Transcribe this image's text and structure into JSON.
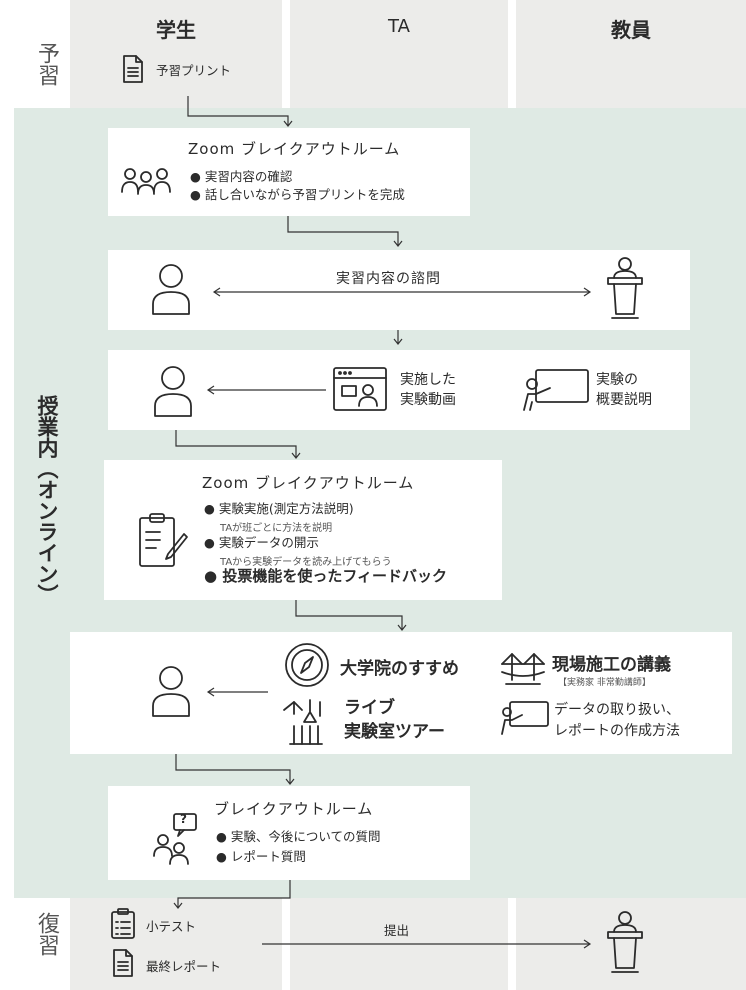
{
  "headers": {
    "student": "学生",
    "ta": "TA",
    "teacher": "教員"
  },
  "phases": {
    "prep": "予習",
    "in_class": "授業内（オンライン）",
    "review": "復習"
  },
  "prep": {
    "print": "予習プリント"
  },
  "step1": {
    "title": "Zoom ブレイクアウトルーム",
    "bullets": [
      "実習内容の確認",
      "話し合いながら予習プリントを完成"
    ]
  },
  "step2": {
    "label": "実習内容の諮問"
  },
  "step3": {
    "video": "実施した\n実験動画",
    "overview": "実験の\n概要説明"
  },
  "step4": {
    "title": "Zoom ブレイクアウトルーム",
    "items": [
      {
        "main": "実験実施(測定方法説明)",
        "sub": "TAが班ごとに方法を説明"
      },
      {
        "main": "実験データの開示",
        "sub": "TAから実験データを読み上げてもらう"
      },
      {
        "main": "投票機能を使ったフィードバック",
        "sub": ""
      }
    ]
  },
  "step5": {
    "grad": "大学院のすすめ",
    "lab": "ライブ\n実験室ツアー",
    "field": "現場施工の講義",
    "field_sub": "【実務家 非常勤講師】",
    "data": "データの取り扱い、\nレポートの作成方法"
  },
  "step6": {
    "title": "ブレイクアウトルーム",
    "bullets": [
      "実験、今後についての質問",
      "レポート質問"
    ]
  },
  "review": {
    "quiz": "小テスト",
    "report": "最終レポート",
    "submit": "提出"
  }
}
